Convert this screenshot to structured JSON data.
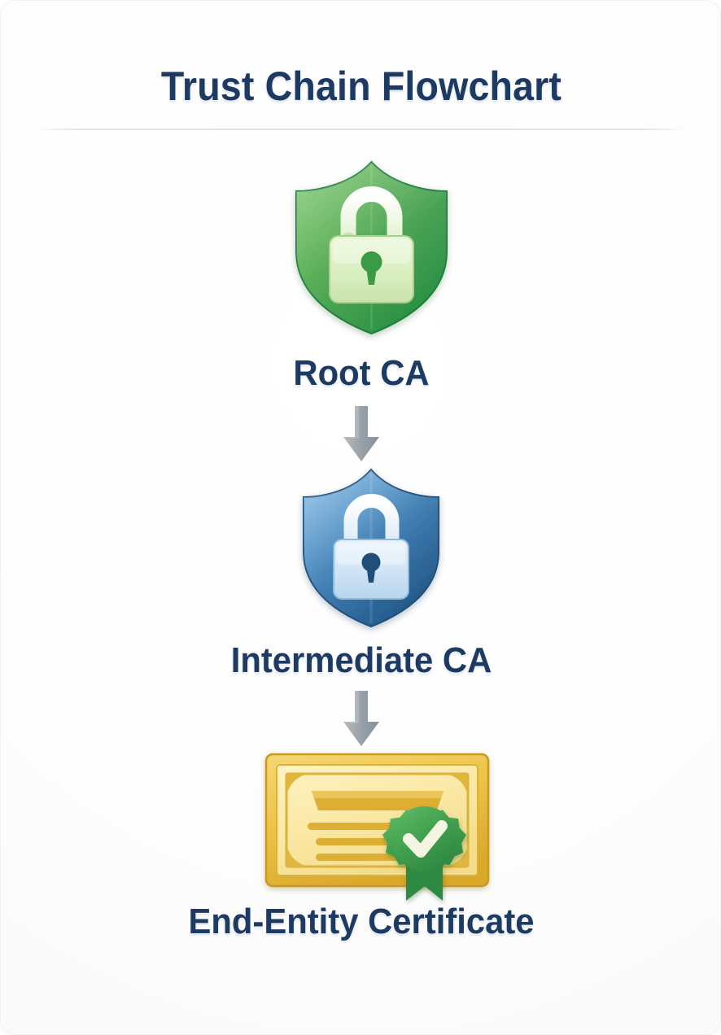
{
  "page": {
    "title": "Trust Chain Flowchart",
    "background_color": "#ffffff",
    "accent_color": "#1d3a63",
    "divider_color": "#e2e4ea"
  },
  "chart_data": {
    "type": "diagram",
    "diagram_kind": "flowchart",
    "title": "Trust Chain Flowchart",
    "orientation": "vertical-top-to-bottom",
    "nodes": [
      {
        "id": "root-ca",
        "label": "Root CA",
        "icon": "shield-lock-icon",
        "icon_color": "#3a9a46",
        "icon_color_secondary": "#1f8c43",
        "lock_color": "#dff0c8",
        "order": 1
      },
      {
        "id": "intermediate-ca",
        "label": "Intermediate CA",
        "icon": "shield-lock-icon",
        "icon_color": "#2e6da4",
        "icon_color_secondary": "#1f4e79",
        "lock_color": "#cfe3f5",
        "order": 2
      },
      {
        "id": "end-entity-certificate",
        "label": "End-Entity Certificate",
        "icon": "certificate-seal-icon",
        "icon_color": "#e8b93a",
        "icon_color_secondary": "#f7e8a8",
        "seal_color": "#3f9e4d",
        "order": 3
      }
    ],
    "edges": [
      {
        "from": "root-ca",
        "to": "intermediate-ca",
        "style": "arrow-down",
        "color": "#9aa3ab"
      },
      {
        "from": "intermediate-ca",
        "to": "end-entity-certificate",
        "style": "arrow-down",
        "color": "#9aa3ab"
      }
    ]
  }
}
